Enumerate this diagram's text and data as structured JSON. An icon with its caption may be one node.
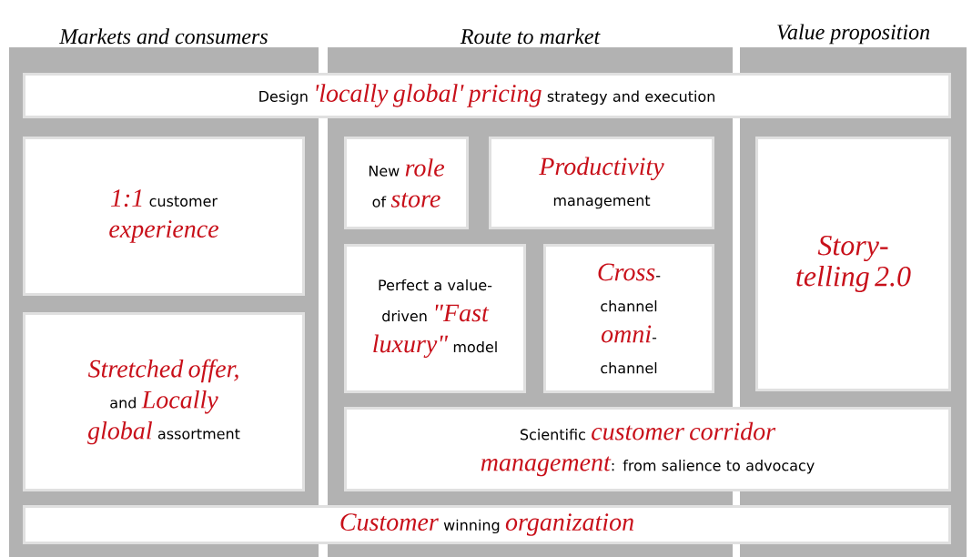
{
  "diagram": {
    "nodes": [
      {
        "text": [
          "Markets and consumers"
        ]
      },
      {
        "text": [
          "Route to market"
        ]
      },
      {
        "text": [
          "Value proposition"
        ]
      },
      {
        "text": [
          "Design *'locally global' pricing* strategy and execution"
        ]
      },
      {
        "text": [
          "*1:1* customer *experience*"
        ],
        "in": 0
      },
      {
        "text": [
          "*Stretched offer,* and *Locally global* assortment"
        ],
        "in": 0
      },
      {
        "text": [
          "New *role* of *store*"
        ],
        "in": 1
      },
      {
        "text": [
          "*Productivity* management"
        ],
        "in": 1
      },
      {
        "text": [
          "Perfect a value-driven *\"Fast luxury\"* model"
        ],
        "in": 1
      },
      {
        "text": [
          "*Cross*-channel *omni*-channel"
        ],
        "in": 1
      },
      {
        "text": [
          "Scientific *customer corridor management*: from salience to advocacy"
        ]
      },
      {
        "text": [
          "Story-telling 2.0"
        ],
        "in": 2
      },
      {
        "text": [
          "*Customer* winning *organization*"
        ]
      }
    ]
  }
}
